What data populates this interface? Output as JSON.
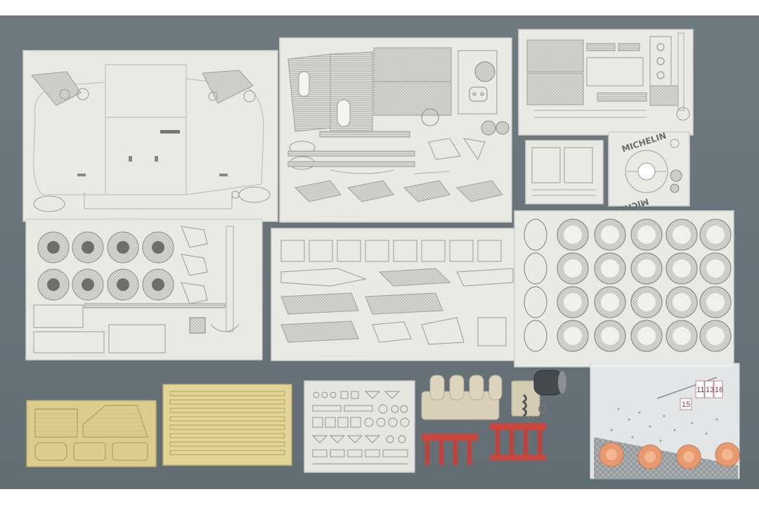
{
  "photo": {
    "subject": "photo-etched detail-up kit parts",
    "palette": {
      "background": "#6b767d",
      "fret": "#e9e9e4",
      "fret_edge": "#cfcfc9",
      "brass": "#d9c98a",
      "resin_red": "#c9463e",
      "resin_cream": "#d8d0b8",
      "resin_orange": "#e79a6f",
      "bag": "#eef0f1"
    }
  },
  "text": {
    "michelin_top": "MICHELIN",
    "michelin_bottom": "MICHELIN",
    "bag_tags": [
      "11",
      "13",
      "16",
      "15"
    ]
  }
}
